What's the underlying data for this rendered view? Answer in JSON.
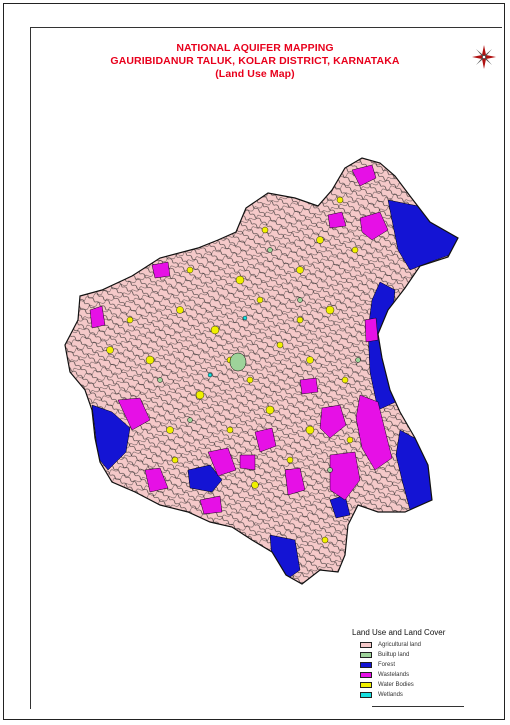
{
  "title": {
    "line1": "NATIONAL AQUIFER MAPPING",
    "line2": "GAURIBIDANUR TALUK, KOLAR DISTRICT, KARNATAKA",
    "line3": "(Land Use Map)"
  },
  "compass_icon": "north-compass-rose",
  "legend": {
    "title": "Land Use and Land Cover",
    "items": [
      {
        "label": "Agricultural land",
        "color": "#f5c9c9"
      },
      {
        "label": "Builtup land",
        "color": "#9ed39a"
      },
      {
        "label": "Forest",
        "color": "#1414d4"
      },
      {
        "label": "Wastelands",
        "color": "#e610e6"
      },
      {
        "label": "Water Bodies",
        "color": "#f0f000"
      },
      {
        "label": "Wetlands",
        "color": "#18e0e0"
      }
    ]
  }
}
